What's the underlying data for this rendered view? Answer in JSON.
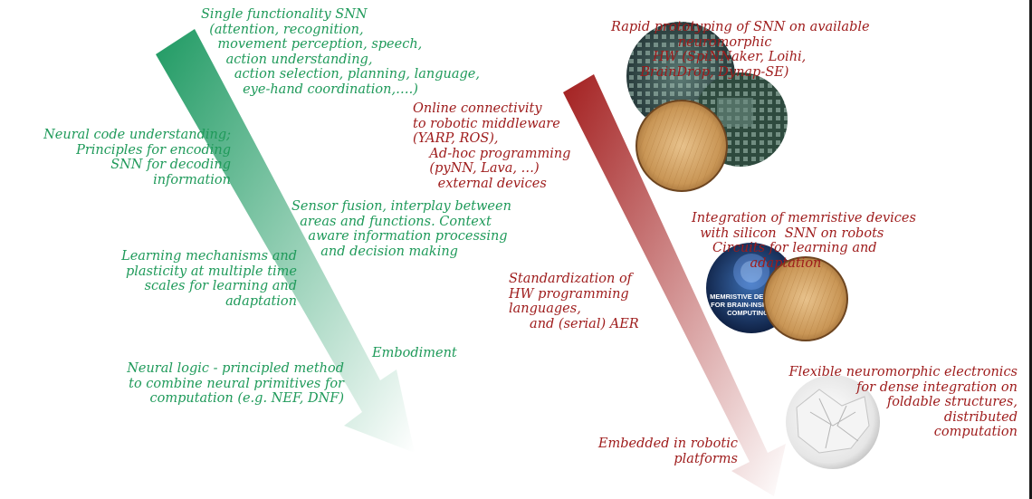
{
  "colors": {
    "green": "#1f9a5a",
    "red": "#9e1b1b",
    "green_arrow_start": "#1f9a63",
    "green_arrow_end": "#ffffff",
    "red_arrow_start": "#a31f1f",
    "red_arrow_end": "#ffffff"
  },
  "left_arrow": {
    "labels": {
      "single_functionality": "Single functionality SNN\n  (attention, recognition,\n    movement perception, speech,\n      action understanding,\n        action selection, planning, language,\n          eye-hand coordination,….)",
      "neural_code": "Neural code understanding;\nPrinciples for encoding\nSNN for decoding\ninformation",
      "sensor_fusion": "Sensor fusion, interplay between\n  areas and functions. Context\n    aware information processing\n       and decision making",
      "learning": "Learning mechanisms and\nplasticity at multiple time\nscales for learning and\nadaptation",
      "embodiment": "Embodiment",
      "neural_logic": "Neural logic - principled method\nto combine neural primitives for\ncomputation (e.g. NEF, DNF)"
    }
  },
  "right_arrow": {
    "labels": {
      "rapid_prototyping": "Rapid prototyping of SNN on available\n                neuromorphic\n          HW (SpiNNaker, Loihi,\n       BrainDrop, Dynap-SE)",
      "online_connectivity": "Online connectivity\nto robotic middleware\n(YARP, ROS),\n    Ad-hoc programming\n    (pyNN, Lava, …)\n      external devices",
      "memristive": "Integration of memristive devices\n  with silicon  SNN on robots\n     Circuits for learning and\n              adaptation",
      "standardization": "Standardization of\nHW programming\nlanguages,\n     and (serial) AER",
      "flexible": "Flexible neuromorphic electronics\nfor dense integration on\nfoldable structures,\ndistributed\ncomputation",
      "embedded": "Embedded in robotic\nplatforms"
    },
    "images": {
      "book_cover_text": "MEMRISTIVE DEVICES\nFOR BRAIN-INSPIRED\nCOMPUTING"
    }
  }
}
